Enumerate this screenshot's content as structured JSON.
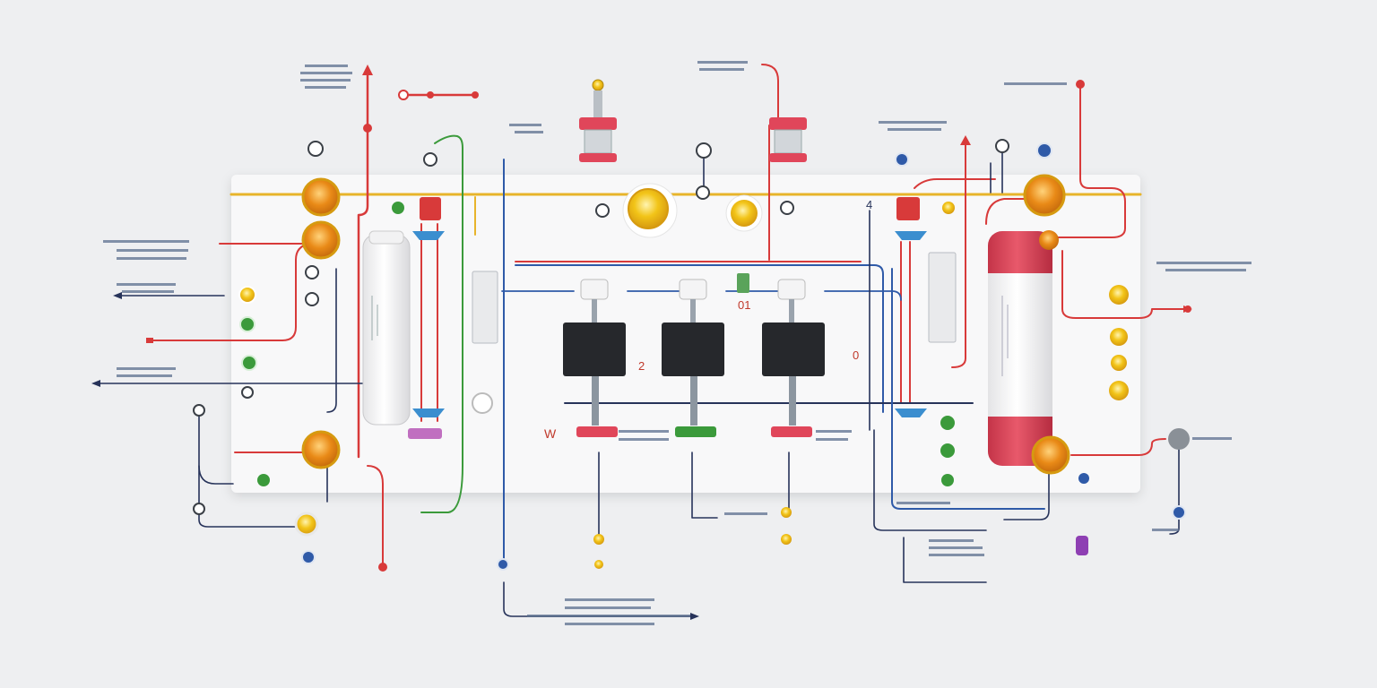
{
  "labels": {
    "num_01": "01",
    "num_2": "2",
    "num_0": "0",
    "num_4": "4",
    "letter_w": "W"
  },
  "colors": {
    "background": "#eeeff1",
    "panel": "#f8f8f9",
    "pipe_red": "#d83a3a",
    "pipe_yellow": "#e7b42b",
    "pipe_blue": "#2f5aa8",
    "pipe_navy": "#27335a",
    "pipe_green": "#3b9a3b",
    "valve_yellow": "#f2c418",
    "valve_orange": "#e98a17",
    "pump_body": "#26282c",
    "cap_red": "#e0465a"
  },
  "components": {
    "pumps": 3,
    "filters": 2,
    "top_valves": 2
  }
}
